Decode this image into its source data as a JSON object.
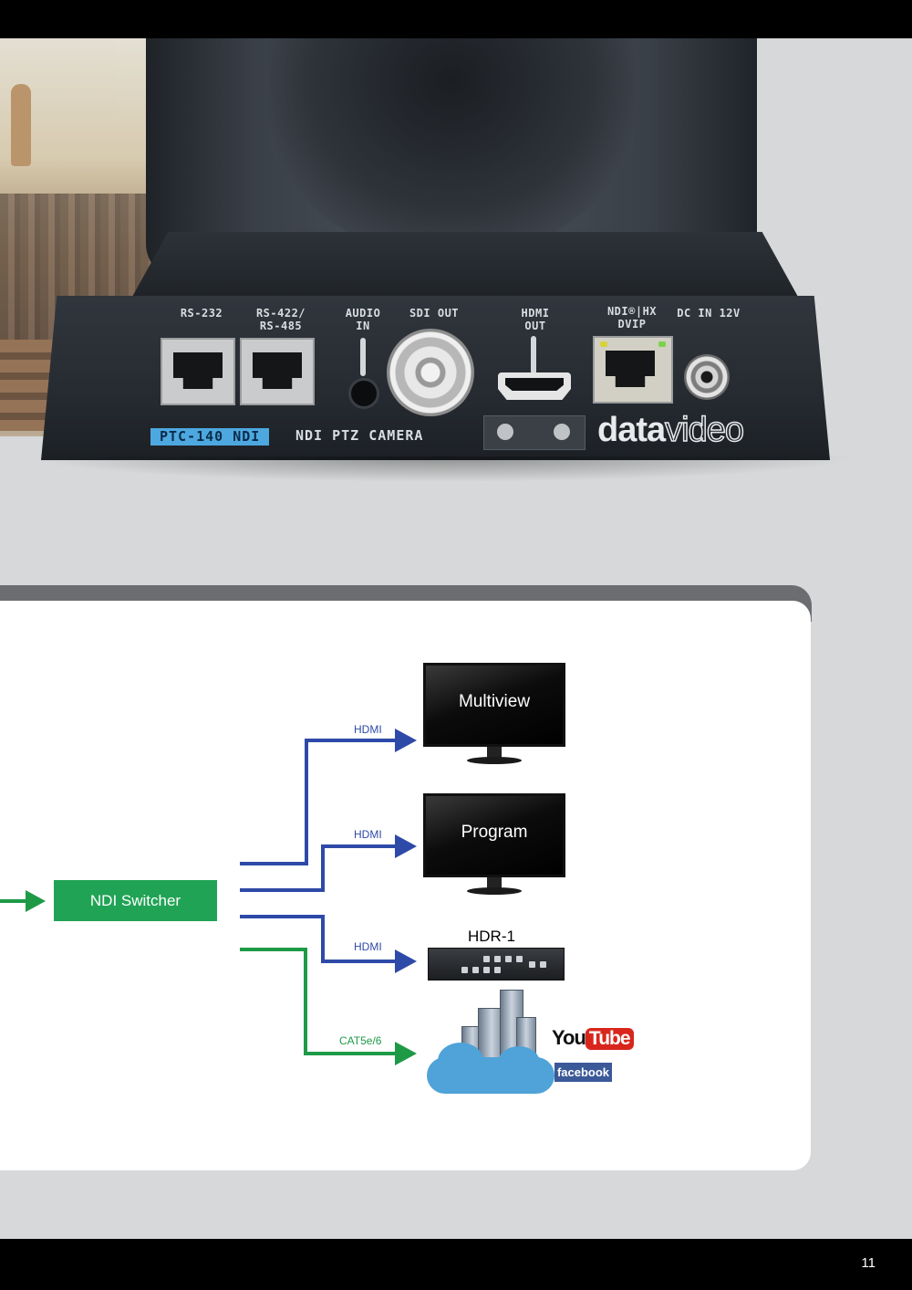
{
  "page": {
    "number": "11"
  },
  "camera": {
    "ports": [
      {
        "label": "RS-232"
      },
      {
        "label": "RS-422/\nRS-485"
      },
      {
        "label": "AUDIO\nIN"
      },
      {
        "label": "SDI OUT"
      },
      {
        "label": "HDMI\nOUT"
      },
      {
        "label": "NDI®|HX\nDVIP"
      },
      {
        "label": "DC IN 12V"
      }
    ],
    "model": "PTC-140 NDI",
    "description": "NDI PTZ CAMERA",
    "brand_bold": "data",
    "brand_light": "video"
  },
  "diagram": {
    "switcher_label": "NDI Switcher",
    "connections": [
      {
        "label": "HDMI",
        "color": "#2e4aa8"
      },
      {
        "label": "HDMI",
        "color": "#2e4aa8"
      },
      {
        "label": "HDMI",
        "color": "#2e4aa8"
      },
      {
        "label": "CAT5e/6",
        "color": "#1e9a47"
      }
    ],
    "devices": {
      "multiview_label": "Multiview",
      "program_label": "Program",
      "recorder_label": "HDR-1",
      "streaming": {
        "youtube_you": "You",
        "youtube_tube": "Tube",
        "facebook": "facebook"
      }
    },
    "colors": {
      "switcher": "#21a355",
      "hdmi_line": "#2e4aa8",
      "network_line": "#1e9a47"
    }
  }
}
